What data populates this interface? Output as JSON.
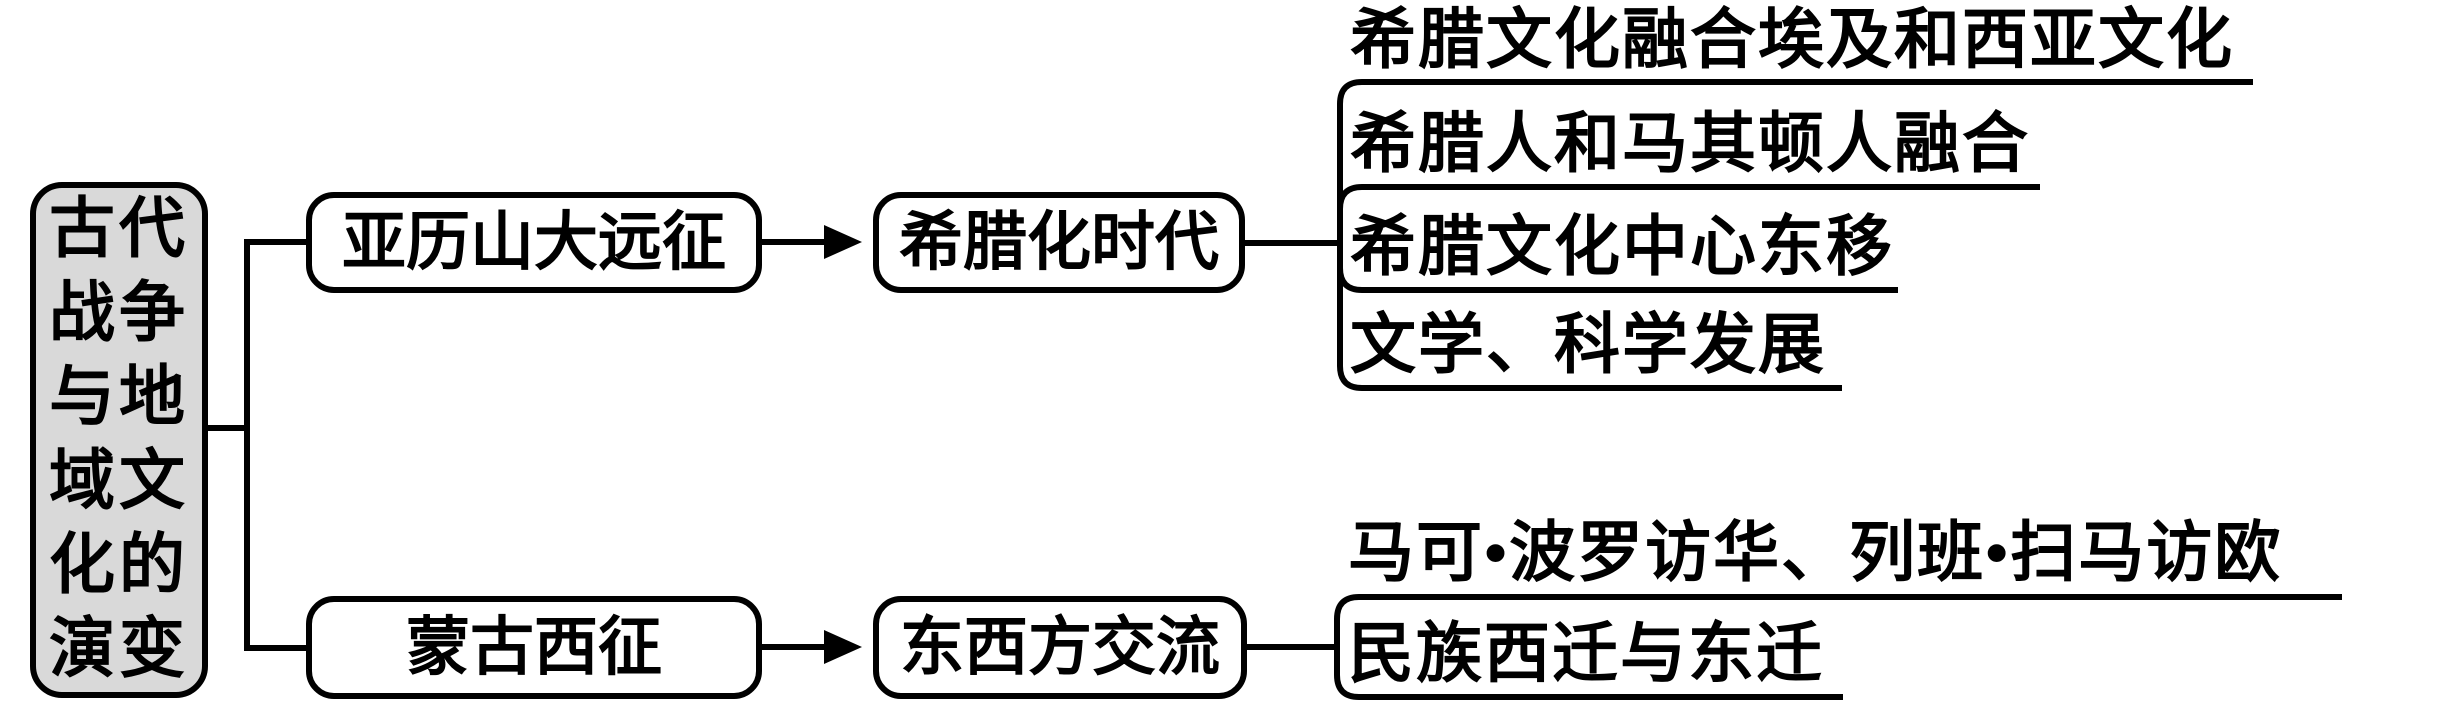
{
  "diagram": {
    "title_hint": "textbook concept map",
    "root": {
      "label": "古代战争与地域文化的演变"
    },
    "branches": [
      {
        "cause": "亚历山大远征",
        "effect": "希腊化时代",
        "outcomes": [
          "希腊文化融合埃及和西亚文化",
          "希腊人和马其顿人融合",
          "希腊文化中心东移",
          "文学、科学发展"
        ]
      },
      {
        "cause": "蒙古西征",
        "effect": "东西方交流",
        "outcomes": [
          "马可•波罗访华、列班•扫马访欧",
          "民族西迁与东迁"
        ]
      }
    ],
    "colors": {
      "root_fill": "#d9d9d9",
      "stroke": "#000000",
      "background": "#ffffff"
    }
  }
}
